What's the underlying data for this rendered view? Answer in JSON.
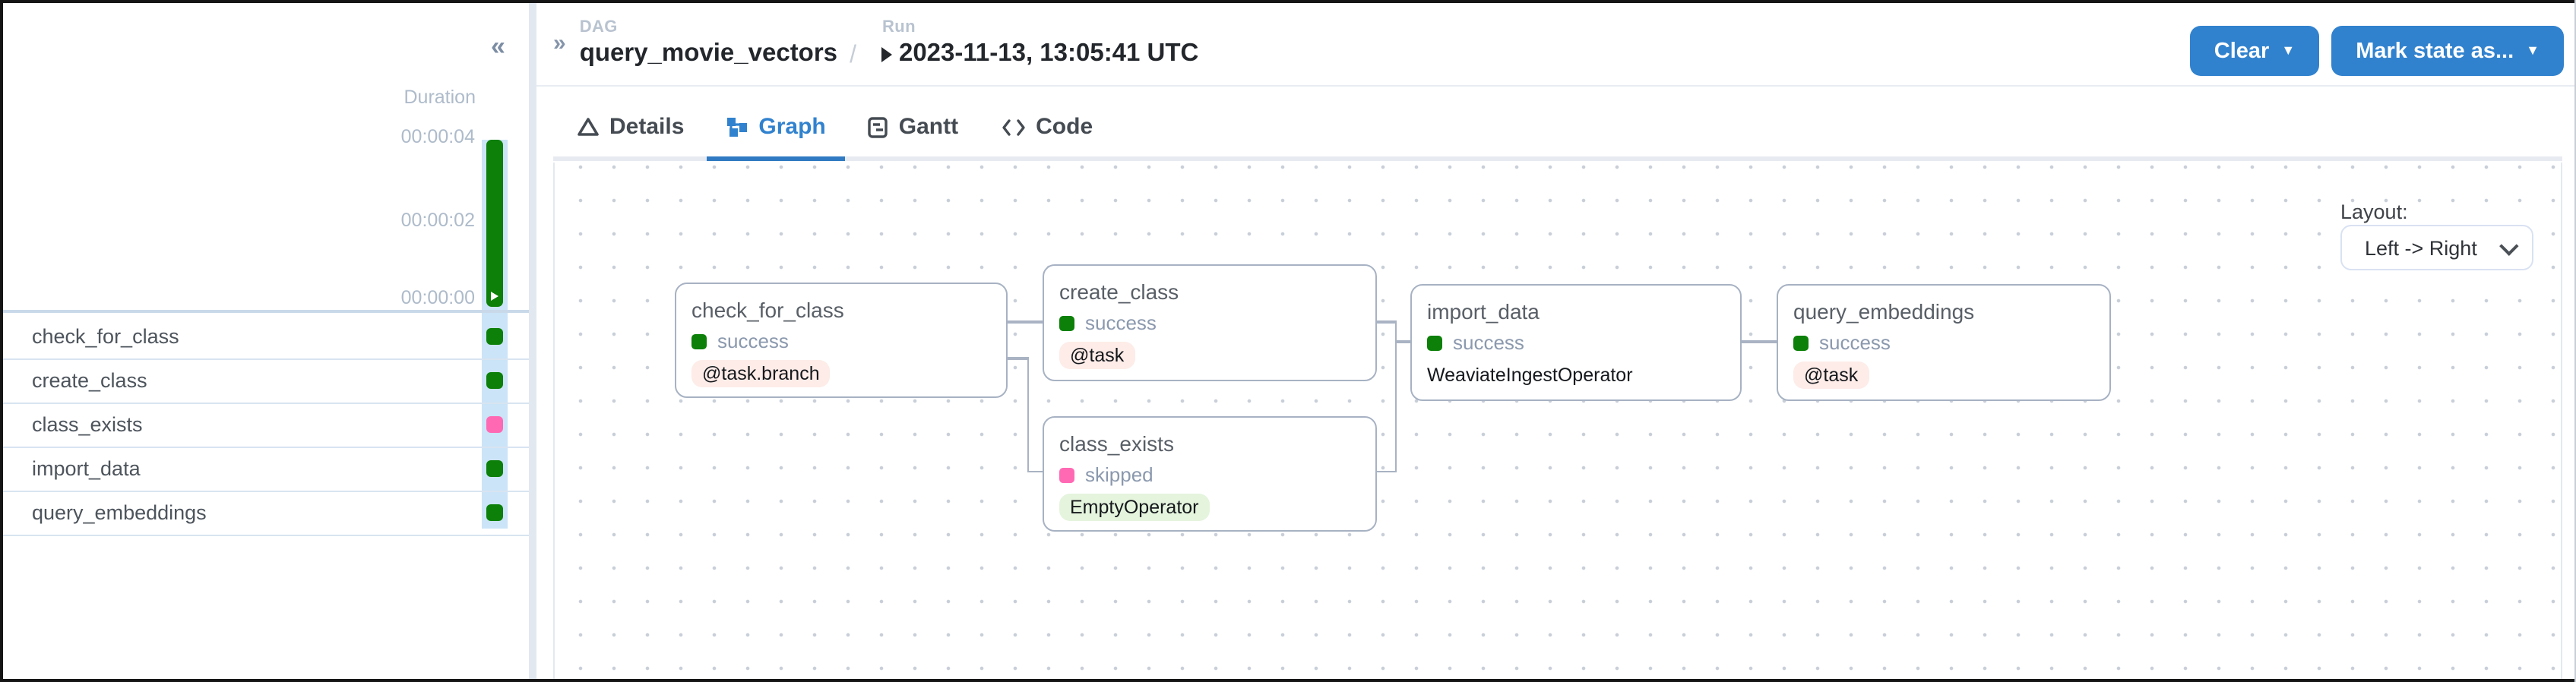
{
  "colors": {
    "success": "#0c8008",
    "skipped": "#ff69b4",
    "accent_blue": "#3182ce",
    "gantt_track_blue": "#cbe4f7",
    "operator_pink_bg": "#fdece8",
    "operator_green_bg": "#e5f4dd"
  },
  "sidebar": {
    "collapse_icon": "«",
    "duration_label": "Duration",
    "axis_ticks": [
      "00:00:04",
      "00:00:02",
      "00:00:00"
    ],
    "tasks": [
      {
        "name": "check_for_class",
        "status": "success"
      },
      {
        "name": "create_class",
        "status": "success"
      },
      {
        "name": "class_exists",
        "status": "skipped"
      },
      {
        "name": "import_data",
        "status": "success"
      },
      {
        "name": "query_embeddings",
        "status": "success"
      }
    ]
  },
  "header": {
    "expand_icon": "»",
    "breadcrumb_separator": "/",
    "dag_label": "DAG",
    "dag_name": "query_movie_vectors",
    "run_label": "Run",
    "run_value": "2023-11-13, 13:05:41 UTC",
    "buttons": [
      {
        "label": "Clear",
        "caret": "▼"
      },
      {
        "label": "Mark state as...",
        "caret": "▼"
      }
    ]
  },
  "tabs": [
    {
      "label": "Details",
      "icon": "warning-triangle-icon",
      "active": false
    },
    {
      "label": "Graph",
      "icon": "graph-nodes-icon",
      "active": true
    },
    {
      "label": "Gantt",
      "icon": "gantt-chart-icon",
      "active": false
    },
    {
      "label": "Code",
      "icon": "code-brackets-icon",
      "active": false
    }
  ],
  "graph": {
    "layout_label": "Layout:",
    "layout_value": "Left -> Right",
    "nodes": [
      {
        "title": "check_for_class",
        "status": "success",
        "operator": "@task.branch",
        "pill": "pink"
      },
      {
        "title": "create_class",
        "status": "success",
        "operator": "@task",
        "pill": "pink"
      },
      {
        "title": "class_exists",
        "status": "skipped",
        "operator": "EmptyOperator",
        "pill": "green"
      },
      {
        "title": "import_data",
        "status": "success",
        "operator": "WeaviateIngestOperator",
        "pill": "plain"
      },
      {
        "title": "query_embeddings",
        "status": "success",
        "operator": "@task",
        "pill": "pink"
      }
    ],
    "edges": [
      [
        "check_for_class",
        "create_class"
      ],
      [
        "check_for_class",
        "class_exists"
      ],
      [
        "create_class",
        "import_data"
      ],
      [
        "class_exists",
        "import_data"
      ],
      [
        "import_data",
        "query_embeddings"
      ]
    ]
  }
}
